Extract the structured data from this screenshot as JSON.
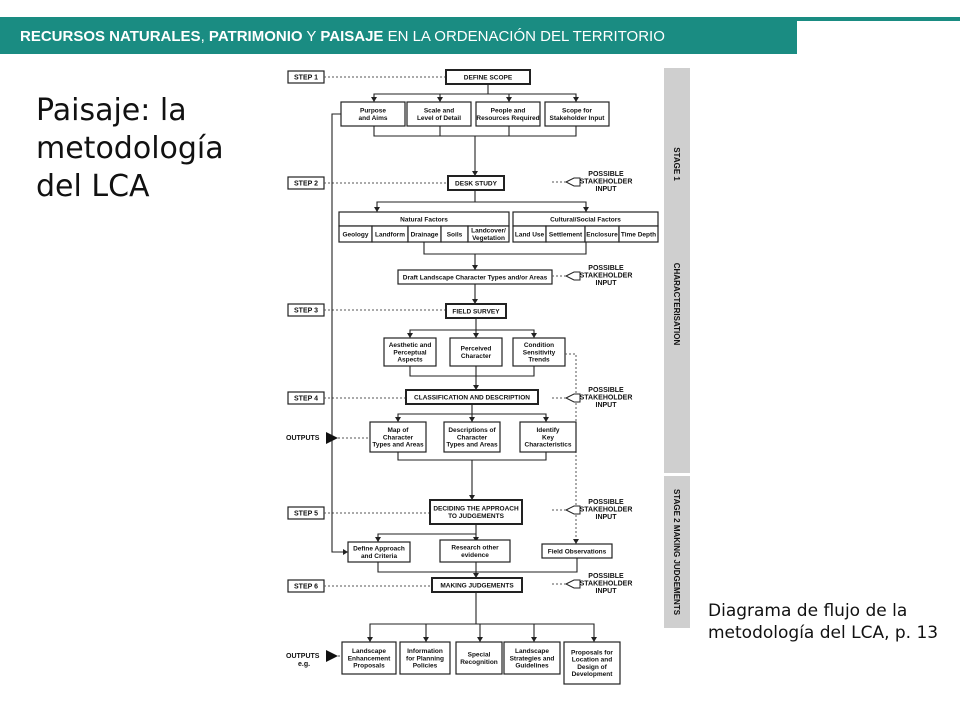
{
  "header": {
    "part1": "RECURSOS NATURALES",
    "part2": ", ",
    "part3": "PATRIMONIO",
    "part4": " Y ",
    "part5": "PAISAJE",
    "part6": " EN LA ORDENACIÓN DEL TERRITORIO"
  },
  "title": "Paisaje: la metodología del LCA",
  "caption": "Diagrama de flujo de la metodología del LCA, p. 13",
  "colors": {
    "accent": "#1a8c82"
  },
  "diagram": {
    "steps": [
      "STEP 1",
      "STEP 2",
      "STEP 3",
      "STEP 4",
      "STEP 5",
      "STEP 6"
    ],
    "define_scope": "DEFINE SCOPE",
    "scope_items": [
      [
        "Purpose",
        "and Aims"
      ],
      [
        "Scale and",
        "Level of Detail"
      ],
      [
        "People and",
        "Resources Required"
      ],
      [
        "Scope for",
        "Stakeholder Input"
      ]
    ],
    "desk_study": "DESK STUDY",
    "natural_factors": "Natural Factors",
    "natural_items": [
      "Geology",
      "Landform",
      "Drainage",
      "Soils",
      "Landcover/ Vegetation"
    ],
    "cultural_factors": "Cultural/Social Factors",
    "cultural_items": [
      "Land Use",
      "Settlement",
      "Enclosure",
      "Time Depth"
    ],
    "draft": "Draft Landscape Character Types and/or Areas",
    "field_survey": "FIELD SURVEY",
    "survey_items": [
      [
        "Aesthetic and",
        "Perceptual",
        "Aspects"
      ],
      [
        "Perceived",
        "Character"
      ],
      [
        "Condition",
        "Sensitivity",
        "Trends"
      ]
    ],
    "classification": "CLASSIFICATION AND DESCRIPTION",
    "class_items": [
      [
        "Map of",
        "Character",
        "Types and Areas"
      ],
      [
        "Descriptions of",
        "Character",
        "Types and Areas"
      ],
      [
        "Identify",
        "Key",
        "Characteristics"
      ]
    ],
    "outputs": "OUTPUTS",
    "outputs_eg": "OUTPUTS",
    "eg": "e.g.",
    "deciding": [
      "DECIDING THE APPROACH",
      "TO JUDGEMENTS"
    ],
    "approach_items": [
      [
        "Define Approach",
        "and Criteria"
      ],
      [
        "Research other",
        "evidence"
      ],
      [
        "Field Observations"
      ]
    ],
    "making": "MAKING JUDGEMENTS",
    "final_items": [
      [
        "Landscape",
        "Enhancement",
        "Proposals"
      ],
      [
        "Information",
        "for Planning",
        "Policies"
      ],
      [
        "Special",
        "Recognition"
      ],
      [
        "Landscape",
        "Strategies and",
        "Guidelines"
      ],
      [
        "Proposals for",
        "Location and",
        "Design of",
        "Development"
      ]
    ],
    "possible": [
      "POSSIBLE",
      "STAKEHOLDER",
      "INPUT"
    ],
    "stage1": "STAGE 1",
    "characterisation": "CHARACTERISATION",
    "stage2": "STAGE 2 MAKING JUDGEMENTS"
  }
}
